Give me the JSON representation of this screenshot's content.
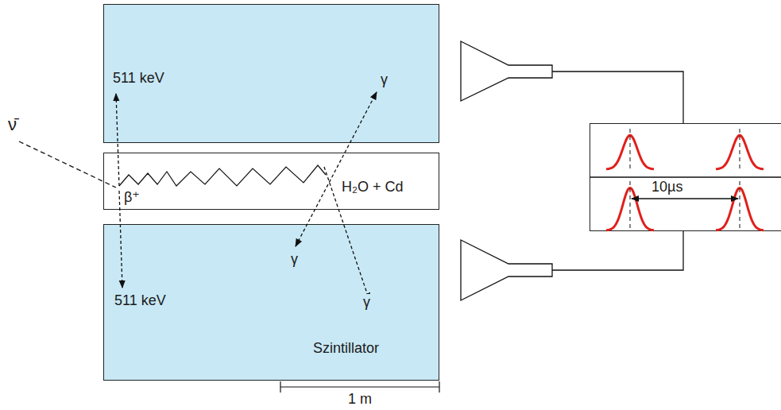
{
  "diagram": {
    "nodes": [
      {
        "text": [
          "511 keV",
          "γ"
        ]
      },
      {
        "text": [
          "β⁺",
          "H₂O + Cd"
        ]
      },
      {
        "text": [
          "γ",
          "511 keV",
          "γ",
          "Szintillator"
        ]
      },
      {
        "text": [
          "10µs"
        ]
      }
    ],
    "labels": [
      "ν̄",
      "1 m"
    ]
  }
}
